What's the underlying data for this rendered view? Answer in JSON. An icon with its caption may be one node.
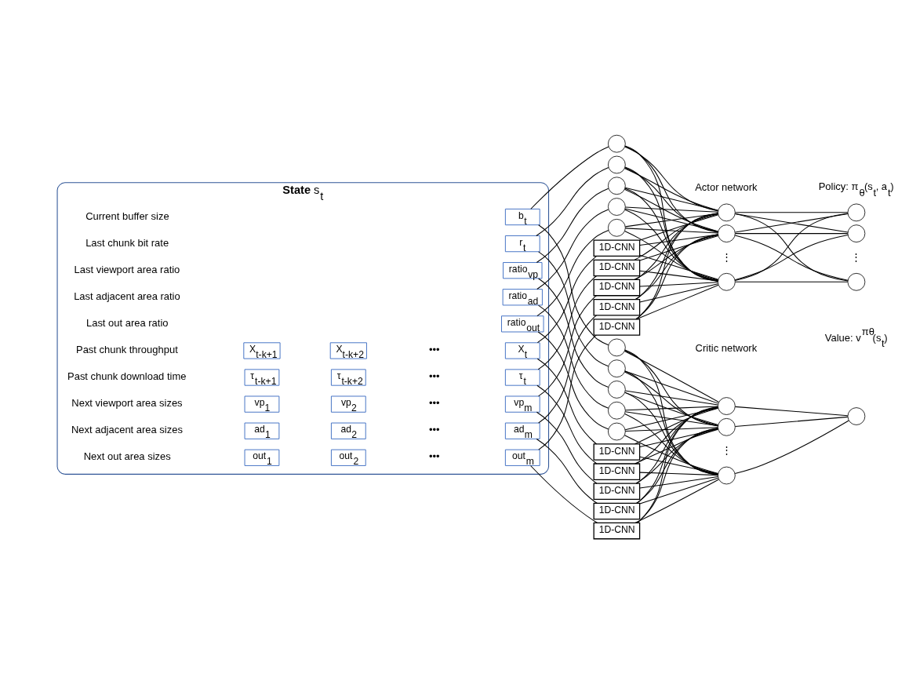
{
  "diagram": {
    "nodes": [
      {
        "text": [
          "**State** s$_{t}$"
        ]
      },
      {
        "text": [
          "X$_{t-k+1}$"
        ],
        "in": 0
      },
      {
        "text": [
          "X$_{t-k+2}$"
        ],
        "in": 0
      },
      {
        "text": [
          "X$_{t}$"
        ],
        "in": 0
      },
      {
        "text": [
          "τ$_{t-k+1}$"
        ],
        "in": 0
      },
      {
        "text": [
          "τ$_{t-k+2}$"
        ],
        "in": 0
      },
      {
        "text": [
          "τ$_{t}$"
        ],
        "in": 0
      },
      {
        "text": [
          "vp$_{1}$"
        ],
        "in": 0
      },
      {
        "text": [
          "vp$_{2}$"
        ],
        "in": 0
      },
      {
        "text": [
          "vp$_{m}$"
        ],
        "in": 0
      },
      {
        "text": [
          "ad$_{1}$"
        ],
        "in": 0
      },
      {
        "text": [
          "ad$_{2}$"
        ],
        "in": 0
      },
      {
        "text": [
          "ad$_{m}$"
        ],
        "in": 0
      },
      {
        "text": [
          "out$_{1}$"
        ],
        "in": 0
      },
      {
        "text": [
          "out$_{2}$"
        ],
        "in": 0
      },
      {
        "text": [
          "out$_{m}$"
        ],
        "in": 0
      },
      {
        "text": [
          "b$_{t}$"
        ],
        "in": 0
      },
      {
        "text": [
          "r$_{t}$"
        ],
        "in": 0
      },
      {
        "text": [
          "ratio$_{vp}$"
        ],
        "in": 0
      },
      {
        "text": [
          "ratio$_{ad}$"
        ],
        "in": 0
      },
      {
        "text": [
          "ratio$_{out}$"
        ],
        "in": 0
      },
      {
        "text": [],
        "shape": "circle"
      },
      {
        "text": [],
        "shape": "circle"
      },
      {
        "text": [],
        "shape": "circle"
      },
      {
        "text": [],
        "shape": "circle"
      },
      {
        "text": [],
        "shape": "circle"
      },
      {
        "text": [
          "1D-CNN"
        ]
      },
      {
        "text": [
          "1D-CNN"
        ]
      },
      {
        "text": [
          "1D-CNN"
        ]
      },
      {
        "text": [
          "1D-CNN"
        ]
      },
      {
        "text": [
          "1D-CNN"
        ]
      },
      {
        "text": [],
        "shape": "circle"
      },
      {
        "text": [],
        "shape": "circle"
      },
      {
        "text": [],
        "shape": "circle"
      },
      {
        "text": [],
        "shape": "circle"
      },
      {
        "text": [],
        "shape": "circle"
      },
      {
        "text": [],
        "shape": "circle"
      },
      {
        "text": [],
        "shape": "circle"
      },
      {
        "text": [],
        "shape": "circle"
      },
      {
        "text": [],
        "shape": "circle"
      },
      {
        "text": [],
        "shape": "circle"
      },
      {
        "text": [],
        "shape": "circle"
      },
      {
        "text": [
          "1D-CNN"
        ]
      },
      {
        "text": [
          "1D-CNN"
        ]
      },
      {
        "text": [
          "1D-CNN"
        ]
      },
      {
        "text": [
          "1D-CNN"
        ]
      },
      {
        "text": [
          "1D-CNN"
        ]
      },
      {
        "text": [],
        "shape": "circle"
      },
      {
        "text": [],
        "shape": "circle"
      },
      {
        "text": [],
        "shape": "circle"
      },
      {
        "text": [],
        "shape": "circle"
      }
    ],
    "edges": [
      {
        "from": 3,
        "to": 26,
        "arrow": "none"
      },
      {
        "from": 3,
        "to": 42,
        "arrow": "none"
      },
      {
        "from": 6,
        "to": 27,
        "arrow": "none"
      },
      {
        "from": 6,
        "to": 43,
        "arrow": "none"
      },
      {
        "from": 9,
        "to": 28,
        "arrow": "none"
      },
      {
        "from": 9,
        "to": 44,
        "arrow": "none"
      },
      {
        "from": 12,
        "to": 29,
        "arrow": "none"
      },
      {
        "from": 12,
        "to": 45,
        "arrow": "none"
      },
      {
        "from": 15,
        "to": 30,
        "arrow": "none"
      },
      {
        "from": 15,
        "to": 46,
        "arrow": "none"
      },
      {
        "from": 16,
        "to": 21,
        "arrow": "none"
      },
      {
        "from": 16,
        "to": 37,
        "arrow": "none"
      },
      {
        "from": 17,
        "to": 22,
        "arrow": "none"
      },
      {
        "from": 17,
        "to": 38,
        "arrow": "none"
      },
      {
        "from": 18,
        "to": 23,
        "arrow": "none"
      },
      {
        "from": 18,
        "to": 39,
        "arrow": "none"
      },
      {
        "from": 19,
        "to": 24,
        "arrow": "none"
      },
      {
        "from": 19,
        "to": 40,
        "arrow": "none"
      },
      {
        "from": 20,
        "to": 25,
        "arrow": "none"
      },
      {
        "from": 20,
        "to": 41,
        "arrow": "none"
      },
      {
        "from": 21,
        "to": 31,
        "arrow": "none"
      },
      {
        "from": 21,
        "to": 32,
        "arrow": "none"
      },
      {
        "from": 21,
        "to": 33,
        "arrow": "none"
      },
      {
        "from": 22,
        "to": 31,
        "arrow": "none"
      },
      {
        "from": 22,
        "to": 32,
        "arrow": "none"
      },
      {
        "from": 22,
        "to": 33,
        "arrow": "none"
      },
      {
        "from": 23,
        "to": 31,
        "arrow": "none"
      },
      {
        "from": 23,
        "to": 32,
        "arrow": "none"
      },
      {
        "from": 23,
        "to": 33,
        "arrow": "none"
      },
      {
        "from": 24,
        "to": 31,
        "arrow": "none"
      },
      {
        "from": 24,
        "to": 32,
        "arrow": "none"
      },
      {
        "from": 24,
        "to": 33,
        "arrow": "none"
      },
      {
        "from": 25,
        "to": 31,
        "arrow": "none"
      },
      {
        "from": 25,
        "to": 32,
        "arrow": "none"
      },
      {
        "from": 25,
        "to": 33,
        "arrow": "none"
      },
      {
        "from": 26,
        "to": 31,
        "arrow": "none"
      },
      {
        "from": 26,
        "to": 32,
        "arrow": "none"
      },
      {
        "from": 26,
        "to": 33,
        "arrow": "none"
      },
      {
        "from": 27,
        "to": 31,
        "arrow": "none"
      },
      {
        "from": 27,
        "to": 32,
        "arrow": "none"
      },
      {
        "from": 27,
        "to": 33,
        "arrow": "none"
      },
      {
        "from": 28,
        "to": 31,
        "arrow": "none"
      },
      {
        "from": 28,
        "to": 32,
        "arrow": "none"
      },
      {
        "from": 28,
        "to": 33,
        "arrow": "none"
      },
      {
        "from": 29,
        "to": 31,
        "arrow": "none"
      },
      {
        "from": 29,
        "to": 32,
        "arrow": "none"
      },
      {
        "from": 29,
        "to": 33,
        "arrow": "none"
      },
      {
        "from": 30,
        "to": 31,
        "arrow": "none"
      },
      {
        "from": 30,
        "to": 32,
        "arrow": "none"
      },
      {
        "from": 30,
        "to": 33,
        "arrow": "none"
      },
      {
        "from": 31,
        "to": 34,
        "arrow": "none"
      },
      {
        "from": 31,
        "to": 35,
        "arrow": "none"
      },
      {
        "from": 31,
        "to": 36,
        "arrow": "none"
      },
      {
        "from": 32,
        "to": 34,
        "arrow": "none"
      },
      {
        "from": 32,
        "to": 35,
        "arrow": "none"
      },
      {
        "from": 32,
        "to": 36,
        "arrow": "none"
      },
      {
        "from": 33,
        "to": 34,
        "arrow": "none"
      },
      {
        "from": 33,
        "to": 35,
        "arrow": "none"
      },
      {
        "from": 33,
        "to": 36,
        "arrow": "none"
      },
      {
        "from": 37,
        "to": 47,
        "arrow": "none"
      },
      {
        "from": 37,
        "to": 48,
        "arrow": "none"
      },
      {
        "from": 37,
        "to": 49,
        "arrow": "none"
      },
      {
        "from": 38,
        "to": 47,
        "arrow": "none"
      },
      {
        "from": 38,
        "to": 48,
        "arrow": "none"
      },
      {
        "from": 38,
        "to": 49,
        "arrow": "none"
      },
      {
        "from": 39,
        "to": 47,
        "arrow": "none"
      },
      {
        "from": 39,
        "to": 48,
        "arrow": "none"
      },
      {
        "from": 39,
        "to": 49,
        "arrow": "none"
      },
      {
        "from": 40,
        "to": 47,
        "arrow": "none"
      },
      {
        "from": 40,
        "to": 48,
        "arrow": "none"
      },
      {
        "from": 40,
        "to": 49,
        "arrow": "none"
      },
      {
        "from": 41,
        "to": 47,
        "arrow": "none"
      },
      {
        "from": 41,
        "to": 48,
        "arrow": "none"
      },
      {
        "from": 41,
        "to": 49,
        "arrow": "none"
      },
      {
        "from": 42,
        "to": 47,
        "arrow": "none"
      },
      {
        "from": 42,
        "to": 48,
        "arrow": "none"
      },
      {
        "from": 42,
        "to": 49,
        "arrow": "none"
      },
      {
        "from": 43,
        "to": 47,
        "arrow": "none"
      },
      {
        "from": 43,
        "to": 48,
        "arrow": "none"
      },
      {
        "from": 43,
        "to": 49,
        "arrow": "none"
      },
      {
        "from": 44,
        "to": 47,
        "arrow": "none"
      },
      {
        "from": 44,
        "to": 48,
        "arrow": "none"
      },
      {
        "from": 44,
        "to": 49,
        "arrow": "none"
      },
      {
        "from": 45,
        "to": 47,
        "arrow": "none"
      },
      {
        "from": 45,
        "to": 48,
        "arrow": "none"
      },
      {
        "from": 45,
        "to": 49,
        "arrow": "none"
      },
      {
        "from": 46,
        "to": 47,
        "arrow": "none"
      },
      {
        "from": 46,
        "to": 48,
        "arrow": "none"
      },
      {
        "from": 46,
        "to": 49,
        "arrow": "none"
      },
      {
        "from": 47,
        "to": 50,
        "arrow": "none"
      },
      {
        "from": 48,
        "to": 50,
        "arrow": "none"
      },
      {
        "from": 49,
        "to": 50,
        "arrow": "none"
      }
    ],
    "labels": [
      "Past chunk throughput",
      "•••",
      "Past chunk download time",
      "•••",
      "Next viewport area sizes",
      "•••",
      "Next adjacent area sizes",
      "•••",
      "Next out area sizes",
      "•••",
      "Current buffer size",
      "Last chunk bit rate",
      "Last viewport area ratio",
      "Last adjacent area ratio",
      "Last out area ratio",
      "Actor network",
      "Policy: π$_{θ}$(s$_{t}$, a$_{t}$)",
      "⋮",
      "⋮",
      "Critic network",
      "Value: v$^{πθ}$(s$_{t}$)",
      "⋮"
    ]
  }
}
